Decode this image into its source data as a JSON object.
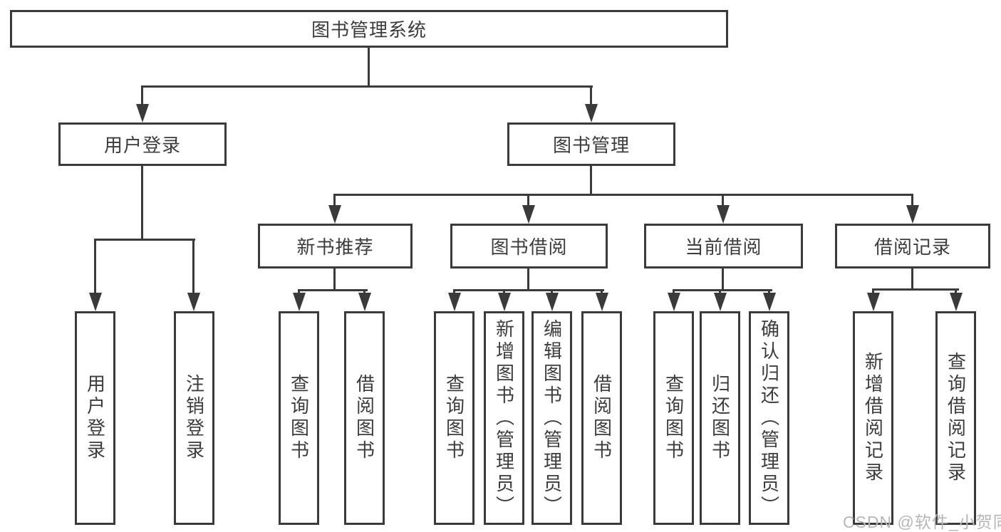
{
  "title": "图书管理系统",
  "watermark": "CSDN @软件_小贺同学",
  "colors": {
    "line": "#3a3a3a",
    "text": "#3c3c3c",
    "watermark": "#b6b6b6",
    "background": "#ffffff"
  },
  "tree": {
    "label": "图书管理系统",
    "children": [
      {
        "label": "用户登录",
        "children": [
          {
            "label": "用户登录"
          },
          {
            "label": "注销登录"
          }
        ]
      },
      {
        "label": "图书管理",
        "children": [
          {
            "label": "新书推荐",
            "children": [
              {
                "label": "查询图书"
              },
              {
                "label": "借阅图书"
              }
            ]
          },
          {
            "label": "图书借阅",
            "children": [
              {
                "label": "查询图书"
              },
              {
                "label": "新增图书（管理员）"
              },
              {
                "label": "编辑图书（管理员）"
              },
              {
                "label": "借阅图书"
              }
            ]
          },
          {
            "label": "当前借阅",
            "children": [
              {
                "label": "查询图书"
              },
              {
                "label": "归还图书"
              },
              {
                "label": "确认归还（管理员）"
              }
            ]
          },
          {
            "label": "借阅记录",
            "children": [
              {
                "label": "新增借阅记录"
              },
              {
                "label": "查询借阅记录"
              }
            ]
          }
        ]
      }
    ]
  }
}
